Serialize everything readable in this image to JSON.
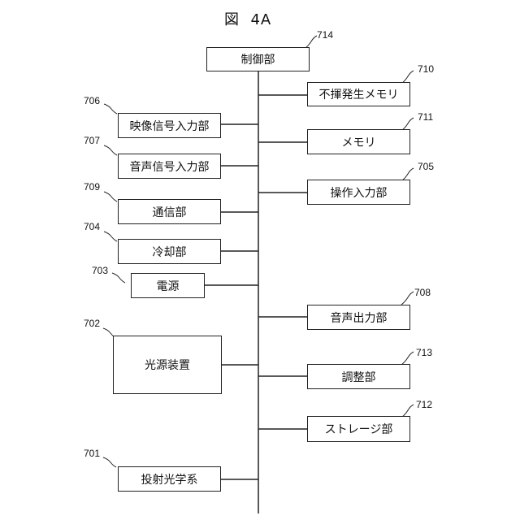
{
  "figure": {
    "title": "図  4A"
  },
  "bus": {
    "controller": {
      "label": "制御部",
      "ref": "714"
    }
  },
  "left_blocks": [
    {
      "id": "video-signal-input",
      "label": "映像信号入力部",
      "ref": "706"
    },
    {
      "id": "audio-signal-input",
      "label": "音声信号入力部",
      "ref": "707"
    },
    {
      "id": "communication",
      "label": "通信部",
      "ref": "709"
    },
    {
      "id": "cooling",
      "label": "冷却部",
      "ref": "704"
    },
    {
      "id": "power-supply",
      "label": "電源",
      "ref": "703"
    },
    {
      "id": "light-source-device",
      "label": "光源装置",
      "ref": "702"
    },
    {
      "id": "projection-optics",
      "label": "投射光学系",
      "ref": "701"
    }
  ],
  "right_blocks": [
    {
      "id": "nonvolatile-memory",
      "label": "不揮発生メモリ",
      "ref": "710"
    },
    {
      "id": "memory",
      "label": "メモリ",
      "ref": "711"
    },
    {
      "id": "operation-input",
      "label": "操作入力部",
      "ref": "705"
    },
    {
      "id": "audio-output",
      "label": "音声出力部",
      "ref": "708"
    },
    {
      "id": "adjustment",
      "label": "調整部",
      "ref": "713"
    },
    {
      "id": "storage",
      "label": "ストレージ部",
      "ref": "712"
    }
  ]
}
